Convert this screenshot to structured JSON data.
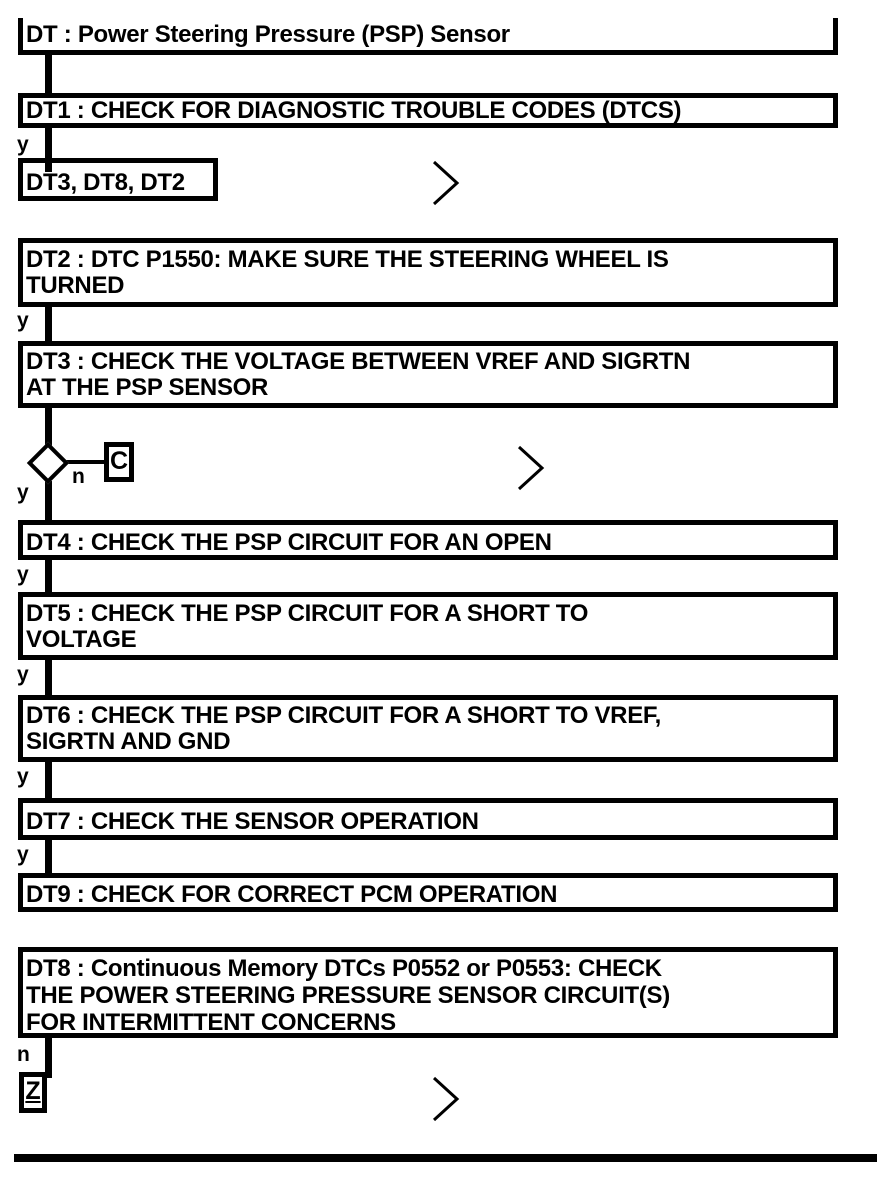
{
  "diagram": {
    "type": "flowchart",
    "colors": {
      "foreground": "#000000",
      "background": "#ffffff"
    },
    "yes_label": "y",
    "no_label": "n",
    "title": "DT : Power Steering Pressure (PSP) Sensor",
    "nodes": {
      "dt1": "DT1 : CHECK FOR DIAGNOSTIC TROUBLE CODES (DTCS)",
      "dt1_result": "DT3, DT8, DT2",
      "dt2": "DT2 : DTC P1550: MAKE SURE THE STEERING WHEEL IS\nTURNED",
      "dt3": "DT3 : CHECK THE VOLTAGE BETWEEN VREF AND SIGRTN\nAT THE PSP SENSOR",
      "dt4": "DT4 : CHECK THE PSP CIRCUIT FOR AN OPEN",
      "dt5": "DT5 : CHECK THE PSP CIRCUIT FOR A SHORT TO\nVOLTAGE",
      "dt6": "DT6 : CHECK THE PSP CIRCUIT FOR A SHORT TO VREF,\nSIGRTN AND GND",
      "dt7": "DT7 : CHECK THE SENSOR OPERATION",
      "dt9": "DT9 : CHECK FOR CORRECT PCM OPERATION",
      "dt8": "DT8 : Continuous Memory DTCs P0552 or P0553: CHECK\nTHE POWER STEERING PRESSURE SENSOR CIRCUIT(S)\nFOR INTERMITTENT CONCERNS"
    },
    "offpage_connectors": {
      "c": "C",
      "z": "Z"
    }
  }
}
